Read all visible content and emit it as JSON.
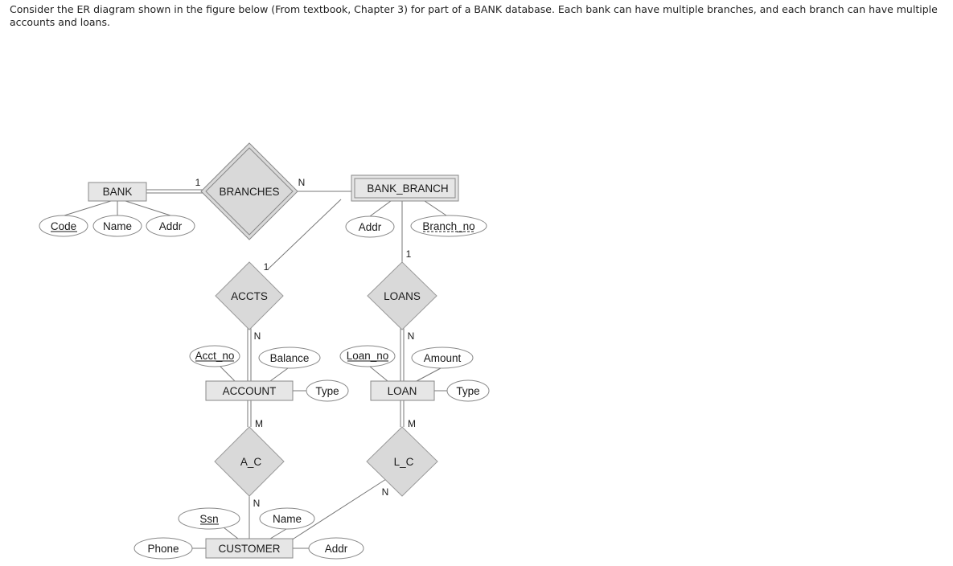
{
  "intro_text": "Consider the ER diagram shown in the figure below (From textbook, Chapter 3) for part of a BANK database. Each bank can have multiple branches, and each branch can have multiple accounts and loans.",
  "entities": {
    "bank": "BANK",
    "bank_branch": "BANK_BRANCH",
    "account": "ACCOUNT",
    "loan": "LOAN",
    "customer": "CUSTOMER"
  },
  "relationships": {
    "branches": "BRANCHES",
    "accts": "ACCTS",
    "loans": "LOANS",
    "a_c": "A_C",
    "l_c": "L_C"
  },
  "attributes": {
    "bank_code": "Code",
    "bank_name": "Name",
    "bank_addr": "Addr",
    "branch_addr": "Addr",
    "branch_no": "Branch_no",
    "acct_no": "Acct_no",
    "balance": "Balance",
    "account_type": "Type",
    "loan_no": "Loan_no",
    "amount": "Amount",
    "loan_type": "Type",
    "ssn": "Ssn",
    "customer_name": "Name",
    "phone": "Phone",
    "customer_addr": "Addr"
  },
  "cardinalities": {
    "bank_branches": "1",
    "branches_bank_branch": "N",
    "bank_branch_accts": "1",
    "accts_account": "N",
    "bank_branch_loans": "1",
    "loans_loan": "N",
    "account_a_c": "M",
    "a_c_customer": "N",
    "loan_l_c": "M",
    "l_c_customer": "N"
  }
}
